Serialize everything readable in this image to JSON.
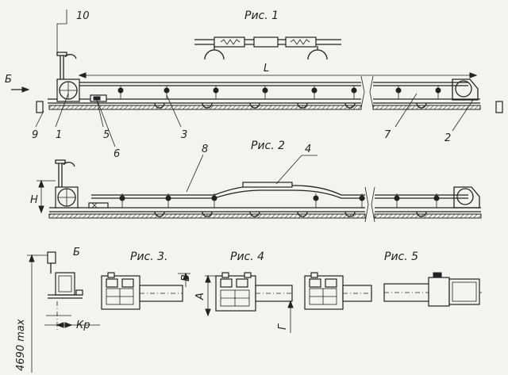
{
  "figures": {
    "fig1": "Рис. 1",
    "fig2": "Рис. 2",
    "fig3": "Рис. 3.",
    "fig4": "Рис. 4",
    "fig5": "Рис. 5"
  },
  "labels": {
    "b_arrow": "Б",
    "b_view": "Б",
    "length": "L",
    "height": "H",
    "dim_a": "А",
    "dim_v": "В",
    "dim_g": "Г",
    "kr": "Кр",
    "max_height": "4690 max"
  },
  "callouts": [
    "10",
    "1",
    "9",
    "5",
    "6",
    "3",
    "7",
    "2",
    "8",
    "4"
  ]
}
